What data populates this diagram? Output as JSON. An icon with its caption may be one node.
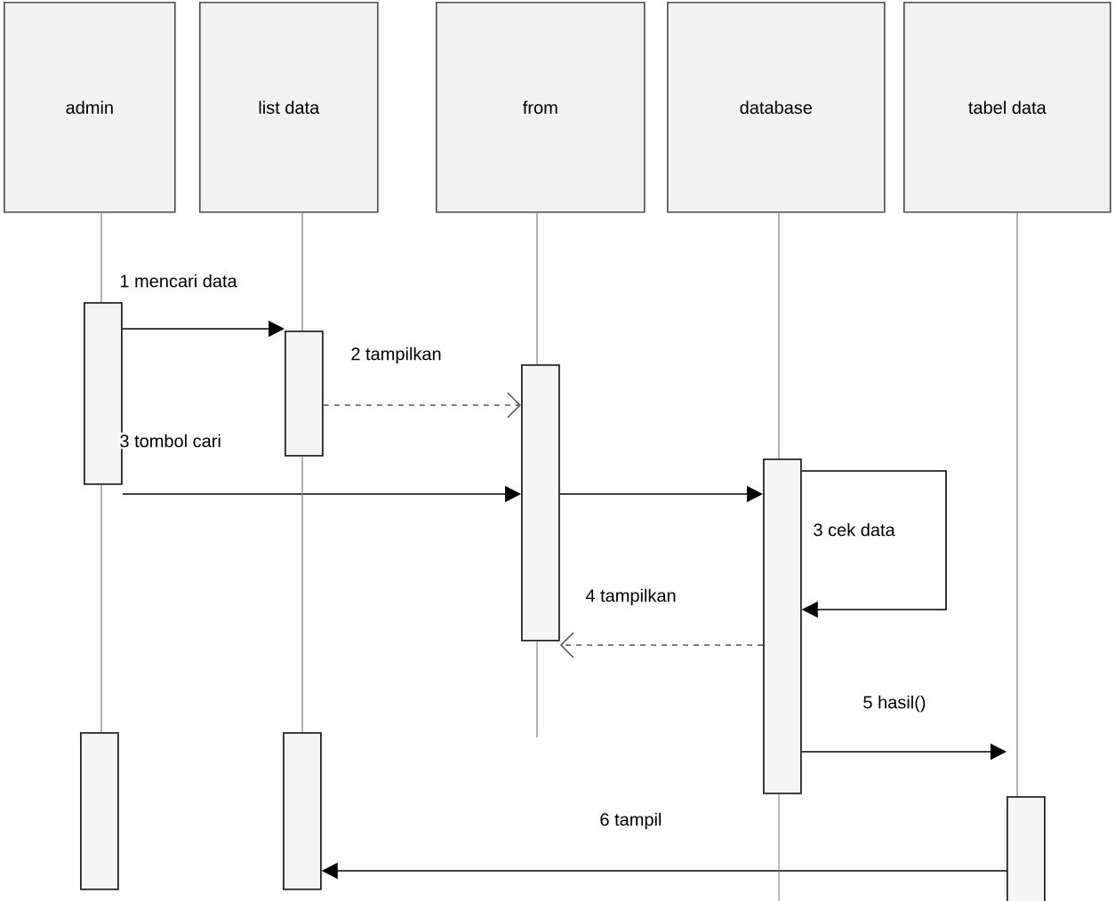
{
  "diagram": {
    "nodes": [
      {
        "text": [
          "admin"
        ]
      },
      {
        "text": [
          "list data"
        ]
      },
      {
        "text": [
          "from"
        ]
      },
      {
        "text": [
          "database"
        ]
      },
      {
        "text": [
          "tabel data"
        ]
      },
      {
        "text": [],
        "shape": "bar"
      },
      {
        "text": [],
        "shape": "bar"
      },
      {
        "text": [],
        "shape": "bar"
      },
      {
        "text": [],
        "shape": "bar"
      },
      {
        "text": [],
        "shape": "bar"
      },
      {
        "text": [],
        "shape": "bar"
      },
      {
        "text": [],
        "shape": "bar"
      }
    ],
    "edges": [
      {
        "from": 5,
        "to": 6,
        "arrow": "to",
        "label": "1 mencari data",
        "color": "#000000"
      },
      {
        "from": 6,
        "to": 7,
        "arrow": "to",
        "label": "2 tampilkan",
        "style": "dashed",
        "color": "#555555"
      },
      {
        "from": 5,
        "to": 7,
        "arrow": "to",
        "label": "3 tombol cari",
        "color": "#000000"
      },
      {
        "from": 7,
        "to": 8,
        "arrow": "to",
        "color": "#000000"
      },
      {
        "from": 8,
        "to": 8,
        "arrow": "to",
        "label": "3 cek data",
        "color": "#000000"
      },
      {
        "from": 8,
        "to": 7,
        "arrow": "to",
        "label": "4 tampilkan",
        "style": "dashed",
        "color": "#555555"
      },
      {
        "from": 8,
        "to": 11,
        "arrow": "to",
        "label": "5 hasil()",
        "color": "#000000"
      },
      {
        "from": 11,
        "to": 10,
        "arrow": "to",
        "label": "6 tampil",
        "color": "#000000"
      },
      {
        "from": 0,
        "to": 5,
        "arrow": "none",
        "color": "#808080"
      },
      {
        "from": 5,
        "to": 9,
        "arrow": "none",
        "color": "#808080"
      },
      {
        "from": 1,
        "to": 6,
        "arrow": "none",
        "color": "#808080"
      },
      {
        "from": 6,
        "to": 10,
        "arrow": "none",
        "color": "#808080"
      },
      {
        "from": 2,
        "to": 7,
        "arrow": "none",
        "color": "#808080"
      },
      {
        "from": 7,
        "to": null,
        "arrow": "none",
        "color": "#808080"
      },
      {
        "from": 3,
        "to": 8,
        "arrow": "none",
        "color": "#808080"
      },
      {
        "from": 8,
        "to": null,
        "arrow": "none",
        "color": "#808080"
      },
      {
        "from": 4,
        "to": 11,
        "arrow": "none",
        "color": "#808080"
      }
    ]
  }
}
